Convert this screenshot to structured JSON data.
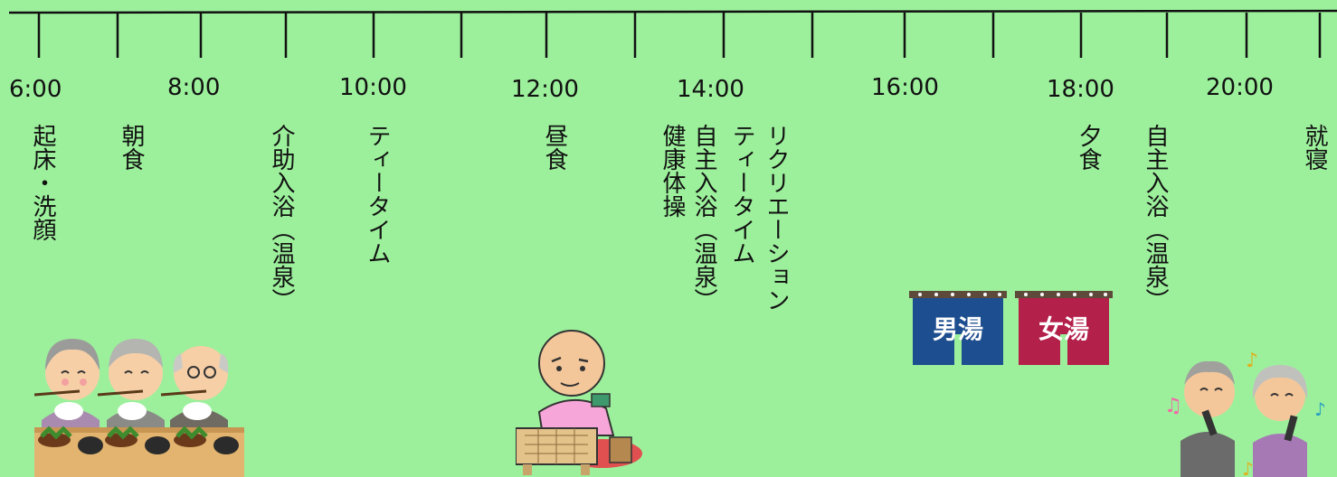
{
  "timeline": {
    "hour_labels": [
      "6:00",
      "8:00",
      "10:00",
      "12:00",
      "14:00",
      "16:00",
      "18:00",
      "20:00"
    ]
  },
  "activities": [
    "起床・洗顔",
    "朝食",
    "介助入浴（温泉）",
    "ティータイム",
    "昼食",
    "健康体操",
    "自主入浴（温泉）",
    "ティータイム",
    "リクリエーション",
    "夕食",
    "自主入浴（温泉）",
    "就寝"
  ],
  "illustrations": {
    "breakfast": "elderly-breakfast-illustration",
    "shogi": "shogi-player-illustration",
    "men_bath_label": "男湯",
    "women_bath_label": "女湯",
    "karaoke": "karaoke-couple-illustration"
  },
  "colors": {
    "background": "#9cf09c",
    "men_bath": "#1d4e8f",
    "women_bath": "#b3204a"
  }
}
